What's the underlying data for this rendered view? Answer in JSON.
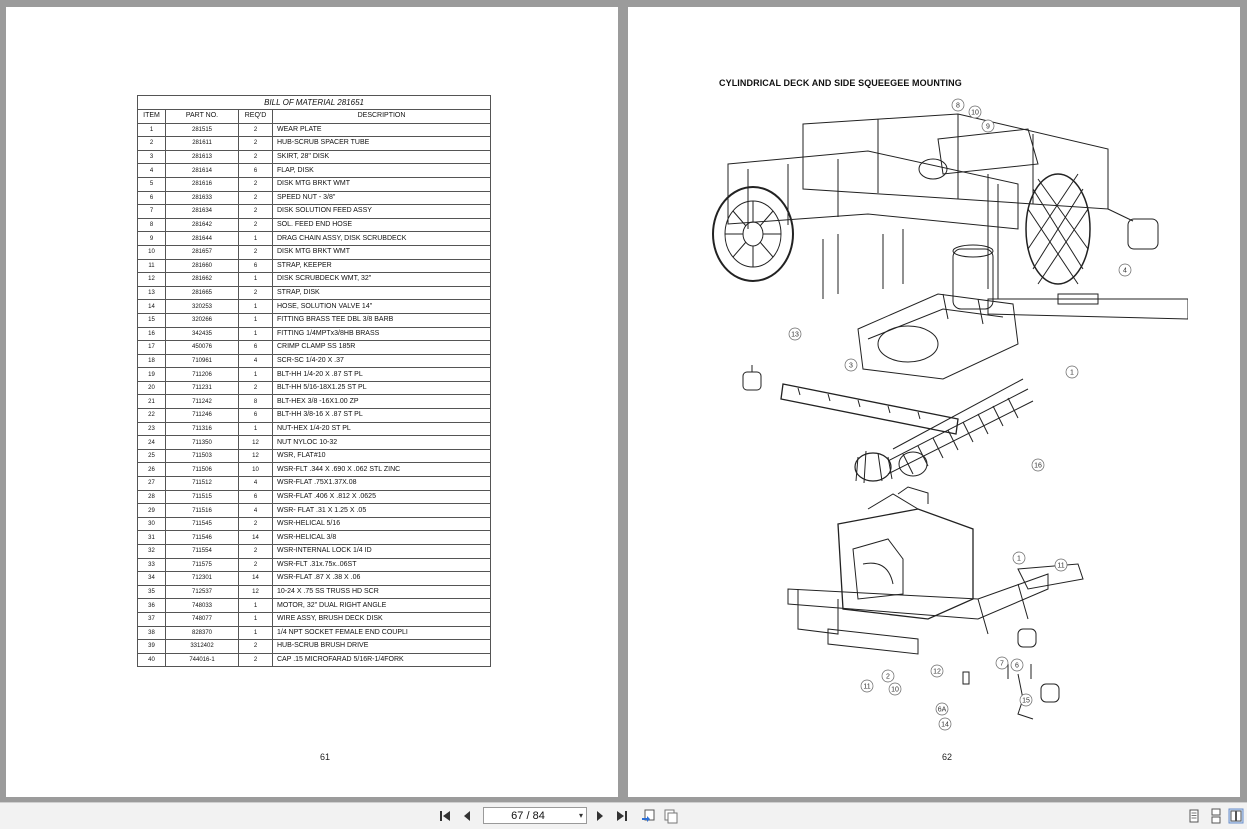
{
  "left_page": {
    "page_number": "61",
    "bom": {
      "title": "BILL OF MATERIAL 281651",
      "headers": [
        "ITEM",
        "PART NO.",
        "REQ'D",
        "DESCRIPTION"
      ],
      "rows": [
        [
          "1",
          "281515",
          "2",
          "WEAR PLATE"
        ],
        [
          "2",
          "281611",
          "2",
          "HUB-SCRUB SPACER TUBE"
        ],
        [
          "3",
          "281613",
          "2",
          "SKIRT, 28\" DISK"
        ],
        [
          "4",
          "281614",
          "6",
          "FLAP, DISK"
        ],
        [
          "5",
          "281616",
          "2",
          "DISK MTG BRKT WMT"
        ],
        [
          "6",
          "281633",
          "2",
          "SPEED NUT - 3/8\""
        ],
        [
          "7",
          "281634",
          "2",
          "DISK SOLUTION FEED ASSY"
        ],
        [
          "8",
          "281642",
          "2",
          "SOL. FEED END HOSE"
        ],
        [
          "9",
          "281644",
          "1",
          "DRAG CHAIN ASSY, DISK SCRUBDECK"
        ],
        [
          "10",
          "281657",
          "2",
          "DISK MTG BRKT WMT"
        ],
        [
          "11",
          "281660",
          "6",
          "STRAP, KEEPER"
        ],
        [
          "12",
          "281662",
          "1",
          "DISK SCRUBDECK WMT, 32\""
        ],
        [
          "13",
          "281665",
          "2",
          "STRAP, DISK"
        ],
        [
          "14",
          "320253",
          "1",
          "HOSE, SOLUTION VALVE 14\""
        ],
        [
          "15",
          "320266",
          "1",
          "FITTING BRASS TEE DBL 3/8 BARB"
        ],
        [
          "16",
          "342435",
          "1",
          "FITTING 1/4MPTx3/8HB BRASS"
        ],
        [
          "17",
          "450076",
          "6",
          "CRIMP CLAMP SS 185R"
        ],
        [
          "18",
          "710961",
          "4",
          "SCR-SC 1/4-20 X .37"
        ],
        [
          "19",
          "711206",
          "1",
          "BLT-HH 1/4-20 X .87 ST PL"
        ],
        [
          "20",
          "711231",
          "2",
          "BLT-HH 5/16-18X1.25 ST PL"
        ],
        [
          "21",
          "711242",
          "8",
          "BLT-HEX 3/8 -16X1.00 ZP"
        ],
        [
          "22",
          "711246",
          "6",
          "BLT-HH 3/8-16 X .87 ST PL"
        ],
        [
          "23",
          "711316",
          "1",
          "NUT-HEX 1/4-20 ST PL"
        ],
        [
          "24",
          "711350",
          "12",
          "NUT NYLOC 10-32"
        ],
        [
          "25",
          "711503",
          "12",
          "WSR, FLAT#10"
        ],
        [
          "26",
          "711506",
          "10",
          "WSR-FLT .344 X .690 X .062 STL ZINC"
        ],
        [
          "27",
          "711512",
          "4",
          "WSR-FLAT .75X1.37X.08"
        ],
        [
          "28",
          "711515",
          "6",
          "WSR-FLAT .406 X .812 X .0625"
        ],
        [
          "29",
          "711516",
          "4",
          "WSR- FLAT .31 X 1.25 X .05"
        ],
        [
          "30",
          "711545",
          "2",
          "WSR-HELICAL 5/16"
        ],
        [
          "31",
          "711546",
          "14",
          "WSR-HELICAL 3/8"
        ],
        [
          "32",
          "711554",
          "2",
          "WSR-INTERNAL LOCK 1/4 ID"
        ],
        [
          "33",
          "711575",
          "2",
          "WSR-FLT .31x.75x..06ST"
        ],
        [
          "34",
          "712301",
          "14",
          "WSR-FLAT .87 X .38 X .06"
        ],
        [
          "35",
          "712537",
          "12",
          "10-24 X .75 SS TRUSS HD SCR"
        ],
        [
          "36",
          "748033",
          "1",
          "MOTOR, 32\" DUAL RIGHT ANGLE"
        ],
        [
          "37",
          "748077",
          "1",
          "WIRE ASSY, BRUSH DECK DISK"
        ],
        [
          "38",
          "828370",
          "1",
          "1/4 NPT SOCKET FEMALE END COUPLI"
        ],
        [
          "39",
          "3312402",
          "2",
          "HUB-SCRUB BRUSH DRIVE"
        ],
        [
          "40",
          "744016-1",
          "2",
          "CAP .15 MICROFARAD 5/16R-1/4FORK"
        ]
      ]
    }
  },
  "right_page": {
    "page_number": "62",
    "title": "CYLINDRICAL DECK AND SIDE SQUEEGEE MOUNTING",
    "callouts": [
      "8",
      "10",
      "9",
      "4",
      "13",
      "3",
      "1",
      "16",
      "1",
      "11",
      "12",
      "7",
      "6",
      "2",
      "10",
      "11",
      "6A",
      "15",
      "14"
    ]
  },
  "toolbar": {
    "page_field": "67 / 84",
    "icons": [
      "first-page-icon",
      "prev-page-icon",
      "next-page-icon",
      "last-page-icon",
      "back-icon",
      "forward-icon",
      "single-page-view-icon",
      "continuous-view-icon",
      "two-page-view-icon"
    ]
  }
}
